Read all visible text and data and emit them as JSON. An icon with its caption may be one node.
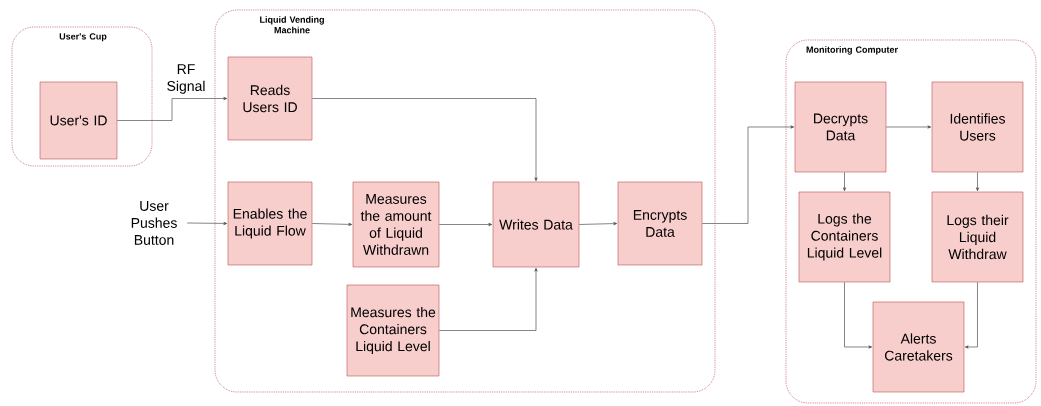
{
  "diagram": {
    "nodes": [
      {
        "text": [
          "User's Cup"
        ]
      },
      {
        "text": [
          "User's ID"
        ],
        "in": 0
      },
      {
        "text": [
          "Liquid Vending Machine"
        ]
      },
      {
        "text": [
          "Reads Users ID"
        ],
        "in": 2
      },
      {
        "text": [
          "Enables the Liquid Flow"
        ],
        "in": 2
      },
      {
        "text": [
          "Measures the amount of Liquid Withdrawn"
        ],
        "in": 2
      },
      {
        "text": [
          "Measures the Containers Liquid Level"
        ],
        "in": 2
      },
      {
        "text": [
          "Writes Data"
        ],
        "in": 2
      },
      {
        "text": [
          "Encrypts Data"
        ],
        "in": 2
      },
      {
        "text": [
          "Monitoring Computer"
        ]
      },
      {
        "text": [
          "Decrypts Data"
        ],
        "in": 9
      },
      {
        "text": [
          "Identifies Users"
        ],
        "in": 9
      },
      {
        "text": [
          "Logs the Containers Liquid Level"
        ],
        "in": 9
      },
      {
        "text": [
          "Logs their Liquid Withdraw"
        ],
        "in": 9
      },
      {
        "text": [
          "Alerts Caretakers"
        ],
        "in": 9
      },
      {
        "text": [
          "User Pushes Button"
        ]
      }
    ],
    "edges": [
      {
        "from": 1,
        "to": 3,
        "arrow": "to",
        "label": "RF Signal"
      },
      {
        "from": 15,
        "to": 4,
        "arrow": "to"
      },
      {
        "from": 4,
        "to": 5,
        "arrow": "to"
      },
      {
        "from": 5,
        "to": 7,
        "arrow": "to"
      },
      {
        "from": 3,
        "to": 7,
        "arrow": "to"
      },
      {
        "from": 6,
        "to": 7,
        "arrow": "to"
      },
      {
        "from": 7,
        "to": 8,
        "arrow": "to"
      },
      {
        "from": 8,
        "to": 10,
        "arrow": "to"
      },
      {
        "from": 10,
        "to": 11,
        "arrow": "to"
      },
      {
        "from": 10,
        "to": 12,
        "arrow": "to"
      },
      {
        "from": 11,
        "to": 13,
        "arrow": "to"
      },
      {
        "from": 12,
        "to": 14,
        "arrow": "to"
      },
      {
        "from": 13,
        "to": 14,
        "arrow": "to"
      }
    ]
  }
}
